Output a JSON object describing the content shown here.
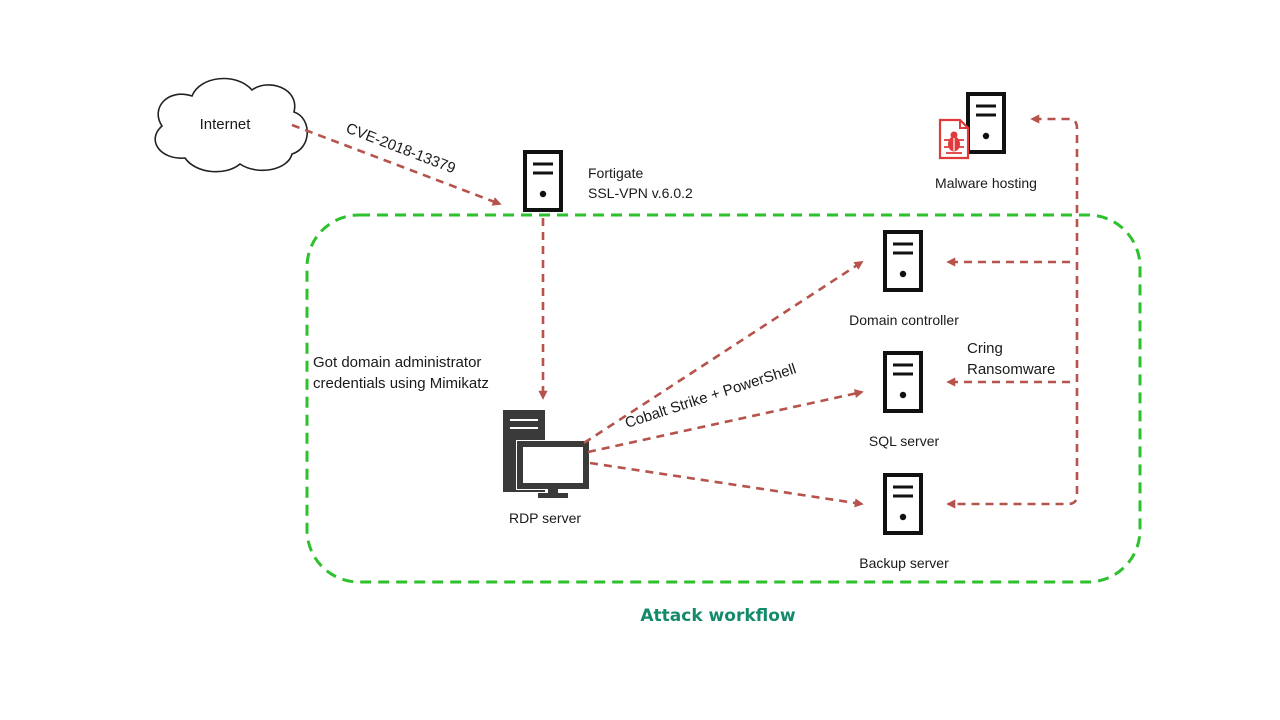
{
  "diagram": {
    "caption": "Attack workflow",
    "nodes": {
      "internet": "Internet",
      "fortigate_line1": "Fortigate",
      "fortigate_line2": "SSL-VPN v.6.0.2",
      "malware_hosting": "Malware hosting",
      "domain_controller": "Domain controller",
      "sql_server": "SQL server",
      "backup_server": "Backup server",
      "rdp_server": "RDP server"
    },
    "edge_labels": {
      "cve": "CVE-2018-13379",
      "mimikatz_line1": "Got domain administrator",
      "mimikatz_line2": "credentials using Mimikatz",
      "cobalt": "Cobalt Strike + PowerShell",
      "cring_line1": "Cring",
      "cring_line2": "Ransomware"
    }
  },
  "colors": {
    "arrow": "#b5534c",
    "boundary": "#2ec12e",
    "caption": "#138a6a",
    "server_outline": "#111111",
    "malware_icon": "#e03a3a"
  }
}
